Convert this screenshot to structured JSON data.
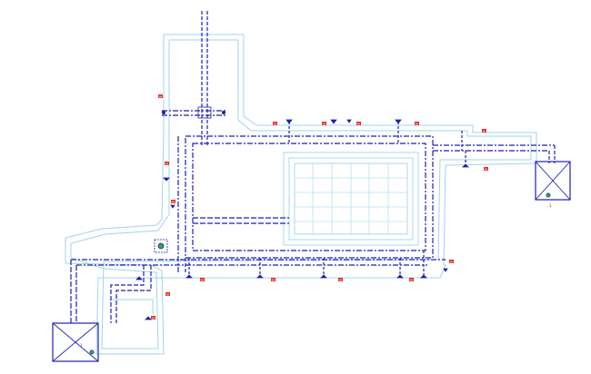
{
  "drawing": {
    "colors": {
      "background": "#ffffff",
      "outline": "#9fd4ec",
      "pipe": "#1f1fb4",
      "grid": "#b8e0f4",
      "marker": "#e8291f",
      "fixture": "#2aa84a"
    },
    "markers": [
      {
        "text": "00"
      },
      {
        "text": "00"
      },
      {
        "text": "00"
      },
      {
        "text": "00"
      },
      {
        "text": "00"
      },
      {
        "text": "00"
      },
      {
        "text": "00"
      },
      {
        "text": "00"
      },
      {
        "text": "00"
      },
      {
        "text": "00"
      },
      {
        "text": "00"
      },
      {
        "text": "00"
      },
      {
        "text": "00"
      },
      {
        "text": "00"
      },
      {
        "text": "00"
      },
      {
        "text": "00"
      }
    ],
    "tank_right": {
      "label": "1"
    },
    "tank_left": {
      "label": "1"
    }
  }
}
